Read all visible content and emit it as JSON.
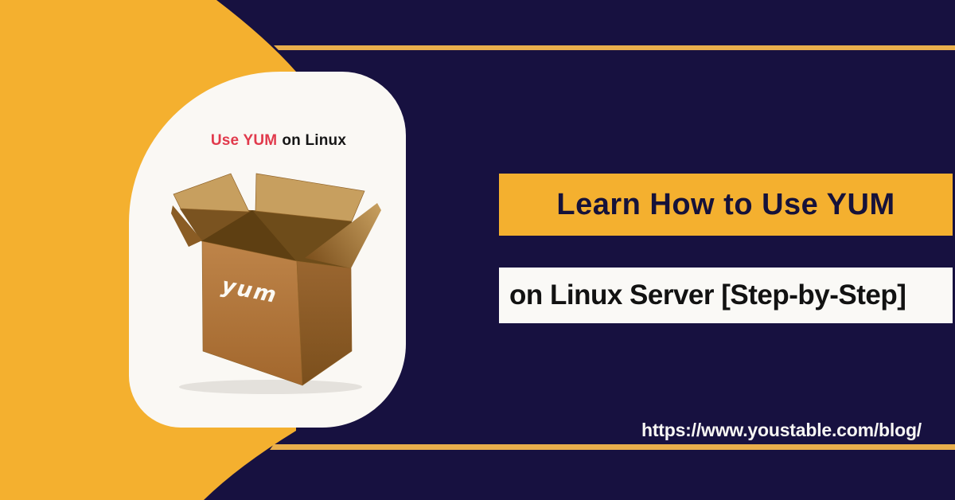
{
  "colors": {
    "navy": "#171140",
    "yellow": "#F4B02F",
    "stripe_yellow": "#E9AF4C",
    "card_bg": "#FAF8F4",
    "white_banner_bg": "#FAF9F6",
    "accent_red": "#E13A4C",
    "caption_black": "#161616",
    "headline_dark": "#16123A",
    "headline_black": "#121212",
    "url_white": "#F8F7F4",
    "box_front_top": "#BE8449",
    "box_front_bottom": "#A2672D",
    "box_side_top": "#9A6630",
    "box_side_bottom": "#7B4F1C",
    "box_flap": "#C79F5F",
    "box_flap_dark": "#8A5C24",
    "box_inner": "#7A5320",
    "box_inner_dark": "#5E3F12",
    "box_inner_mid": "#6E4C1A",
    "box_edge": "#8F6228",
    "box_label_white": "#FBF9F3"
  },
  "card": {
    "caption_highlight": "Use YUM",
    "caption_rest": "on Linux",
    "box_label": "yum"
  },
  "headline": {
    "line1": "Learn How to Use YUM",
    "line2": "on Linux Server [Step-by-Step]"
  },
  "footer": {
    "url": "https://www.youstable.com/blog/"
  }
}
